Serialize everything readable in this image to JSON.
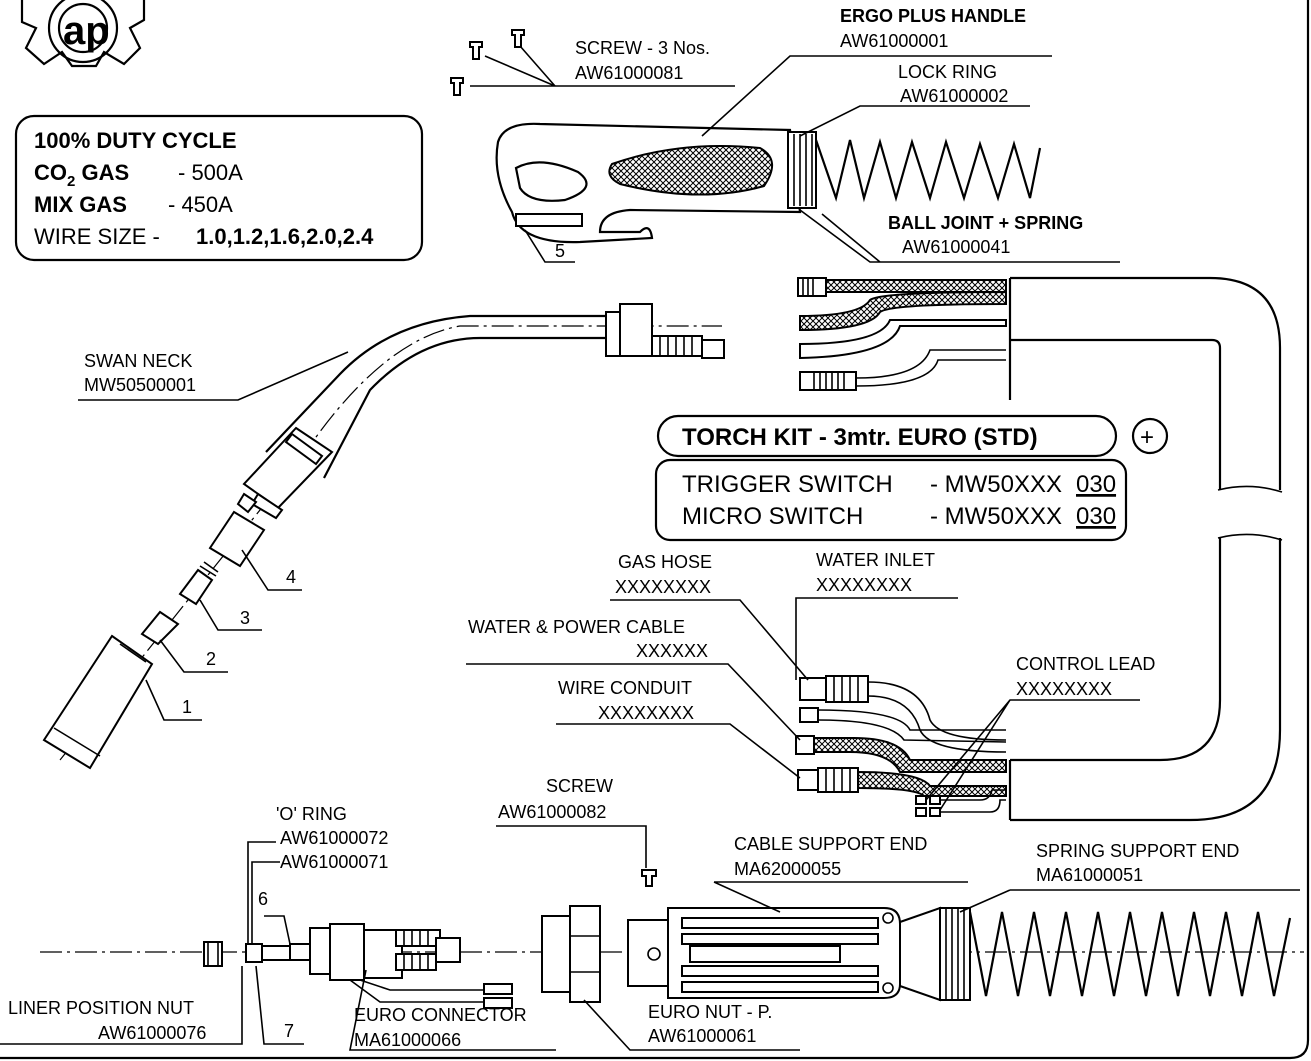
{
  "duty_box": {
    "title": "100% DUTY CYCLE",
    "co2_label": "CO",
    "co2_sub": "2",
    "co2_label_tail": " GAS",
    "co2_value": " - 500A",
    "mix_label": "MIX GAS",
    "mix_value": " - 450A",
    "wire_label": "WIRE SIZE - ",
    "wire_value": "1.0,1.2,1.6,2.0,2.4"
  },
  "kit_box": {
    "title": "TORCH KIT - 3mtr. EURO (STD)",
    "plus_symbol": "+",
    "row1_label": "TRIGGER SWITCH",
    "row1_code": "- MW50XXX",
    "row1_suffix": "030",
    "row2_label": "MICRO SWITCH",
    "row2_code": "- MW50XXX",
    "row2_suffix": "030"
  },
  "parts": {
    "screw3": {
      "name": "SCREW - 3 Nos.",
      "code": "AW61000081"
    },
    "ergo_handle": {
      "name": "ERGO PLUS HANDLE",
      "code": "AW61000001"
    },
    "lock_ring": {
      "name": "LOCK RING",
      "code": "AW61000002"
    },
    "ball_joint": {
      "name": "BALL JOINT + SPRING",
      "code": "AW61000041"
    },
    "swan_neck": {
      "name": "SWAN NECK",
      "code": "MW50500001"
    },
    "gas_hose": {
      "name": "GAS HOSE",
      "code": "XXXXXXXX"
    },
    "water_inlet": {
      "name": "WATER INLET",
      "code": "XXXXXXXX"
    },
    "water_power": {
      "name": "WATER & POWER CABLE",
      "code": "XXXXXX"
    },
    "control_lead": {
      "name": "CONTROL LEAD",
      "code": "XXXXXXXX"
    },
    "wire_conduit": {
      "name": "WIRE CONDUIT",
      "code": "XXXXXXXX"
    },
    "screw": {
      "name": "SCREW",
      "code": "AW61000082"
    },
    "o_ring": {
      "name": "'O' RING",
      "code": "AW61000072"
    },
    "o_ring2": {
      "code": "AW61000071"
    },
    "cable_support": {
      "name": "CABLE SUPPORT END",
      "code": "MA62000055"
    },
    "spring_support": {
      "name": "SPRING SUPPORT END",
      "code": "MA61000051"
    },
    "liner_nut": {
      "name": "LINER POSITION NUT",
      "code": "AW61000076"
    },
    "euro_connector": {
      "name": "EURO CONNECTOR",
      "code": "MA61000066"
    },
    "euro_nut": {
      "name": "EURO NUT - P.",
      "code": "AW61000061"
    }
  },
  "item_numbers": [
    "1",
    "2",
    "3",
    "4",
    "5",
    "6",
    "7"
  ]
}
